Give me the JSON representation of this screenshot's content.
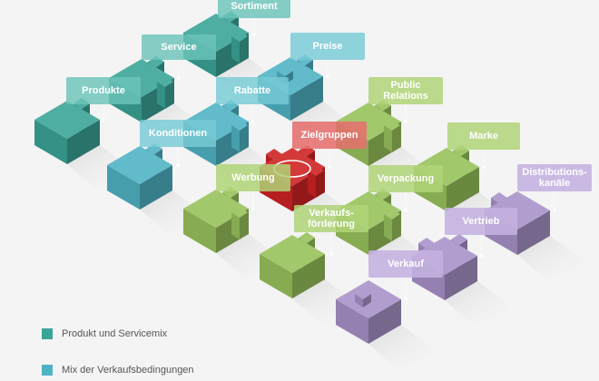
{
  "colors": {
    "teal": "#3aa597",
    "blue": "#4fb3c5",
    "green": "#98c25c",
    "red": "#cf2323",
    "purple": "#a893c9"
  },
  "labels": {
    "sortiment": "Sortiment",
    "service": "Service",
    "preise": "Preise",
    "produkte": "Produkte",
    "rabatte": "Rabatte",
    "public_relations": "Public\nRelations",
    "konditionen": "Konditionen",
    "zielgruppen": "Zielgruppen",
    "marke": "Marke",
    "werbung": "Werbung",
    "verpackung": "Verpackung",
    "distributionskanaele": "Distributions-\nkanäle",
    "verkaufsfoerderung": "Verkaufs-\nförderung",
    "vertrieb": "Vertrieb",
    "verkauf": "Verkauf"
  },
  "legend": [
    {
      "label": "Produkt und Servicemix",
      "color": "#3aa597"
    },
    {
      "label": "Mix der Verkaufsbedingungen",
      "color": "#4fb3c5"
    }
  ]
}
